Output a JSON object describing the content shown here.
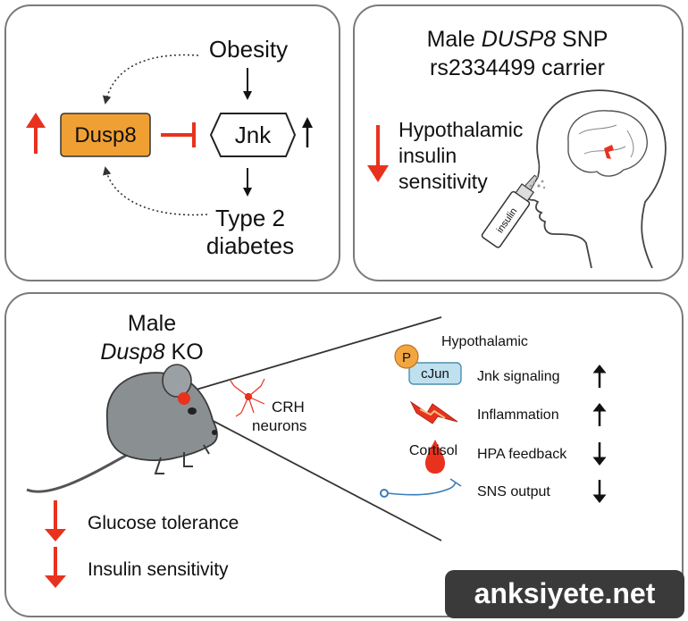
{
  "top_left": {
    "obesity": "Obesity",
    "dusp8": "Dusp8",
    "jnk": "Jnk",
    "t2d_line1": "Type 2",
    "t2d_line2": "diabetes"
  },
  "top_right": {
    "title_line1_prefix": "Male ",
    "title_line1_gene": "DUSP8",
    "title_line1_suffix": " SNP",
    "title_line2": "rs2334499 carrier",
    "effect_line1": "Hypothalamic",
    "effect_line2": "insulin",
    "effect_line3": "sensitivity",
    "spray_label": "insulin"
  },
  "bottom": {
    "title_line1": "Male",
    "title_line2_gene": "Dusp8",
    "title_line2_suffix": " KO",
    "crh_line1": "CRH",
    "crh_line2": "neurons",
    "hypothalamic": "Hypothalamic",
    "p_badge": "P",
    "cjun": "cJun",
    "cortisol": "Cortisol",
    "rows": [
      {
        "label": "Jnk signaling",
        "direction": "up"
      },
      {
        "label": "Inflammation",
        "direction": "up"
      },
      {
        "label": "HPA feedback",
        "direction": "down"
      },
      {
        "label": "SNS output",
        "direction": "down"
      }
    ],
    "outcomes": [
      {
        "label": "Glucose tolerance",
        "direction": "down"
      },
      {
        "label": "Insulin sensitivity",
        "direction": "down"
      }
    ]
  },
  "watermark": "anksiyete.net",
  "colors": {
    "arrow_red": "#e8321e",
    "dusp8_fill": "#f0a033",
    "panel_border": "#7a7a7a",
    "cjun_fill": "#bfe0ef",
    "p_badge_fill": "#f2a640",
    "watermark_bg": "#3a3a3a"
  }
}
